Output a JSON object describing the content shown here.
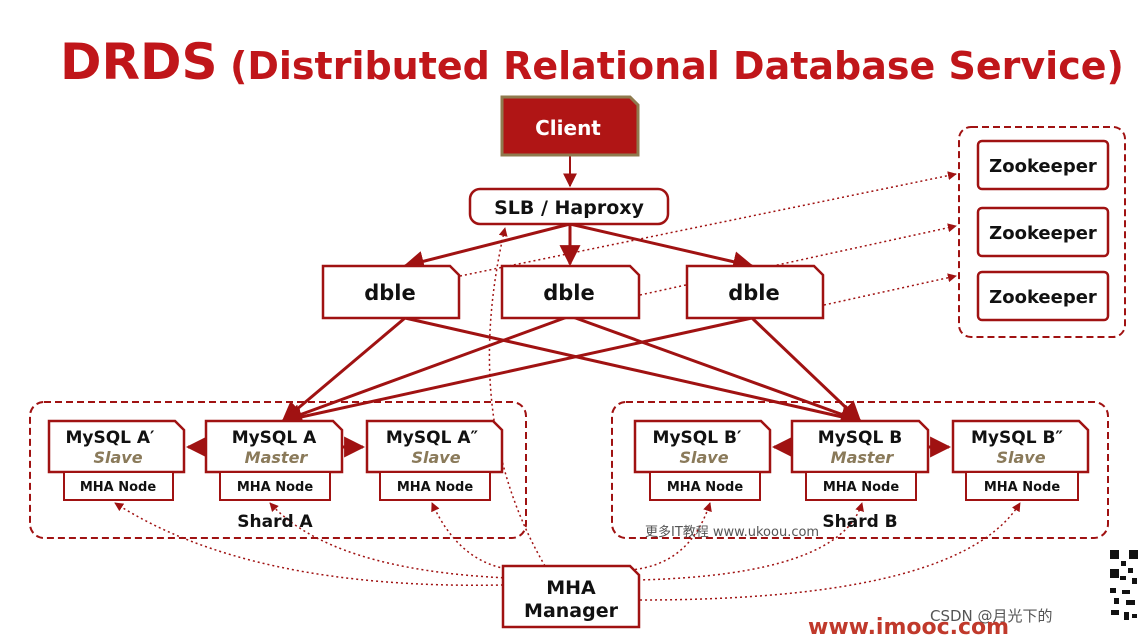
{
  "title": {
    "main": "DRDS",
    "subtitle": "(Distributed Relational Database Service)"
  },
  "client": {
    "label": "Client"
  },
  "lb": {
    "label": "SLB / Haproxy"
  },
  "dble": [
    {
      "label": "dble"
    },
    {
      "label": "dble"
    },
    {
      "label": "dble"
    }
  ],
  "zookeeper": [
    {
      "label": "Zookeeper"
    },
    {
      "label": "Zookeeper"
    },
    {
      "label": "Zookeeper"
    }
  ],
  "shards": [
    {
      "label": "Shard A",
      "nodes": [
        {
          "name": "MySQL A′",
          "role": "Slave",
          "mha": "MHA Node"
        },
        {
          "name": "MySQL A",
          "role": "Master",
          "mha": "MHA Node"
        },
        {
          "name": "MySQL A″",
          "role": "Slave",
          "mha": "MHA Node"
        }
      ]
    },
    {
      "label": "Shard B",
      "nodes": [
        {
          "name": "MySQL B′",
          "role": "Slave",
          "mha": "MHA Node"
        },
        {
          "name": "MySQL B",
          "role": "Master",
          "mha": "MHA Node"
        },
        {
          "name": "MySQL B″",
          "role": "Slave",
          "mha": "MHA Node"
        }
      ]
    }
  ],
  "mha_manager": {
    "line1": "MHA",
    "line2": "Manager"
  },
  "watermarks": {
    "site_note": "更多IT教程 www.ukoou.com",
    "csdn": "CSDN @月光下的",
    "brand": "www.imooc.com"
  },
  "colors": {
    "accent": "#a01212",
    "client_fill": "#b01515",
    "role": "#8a7a5a"
  }
}
